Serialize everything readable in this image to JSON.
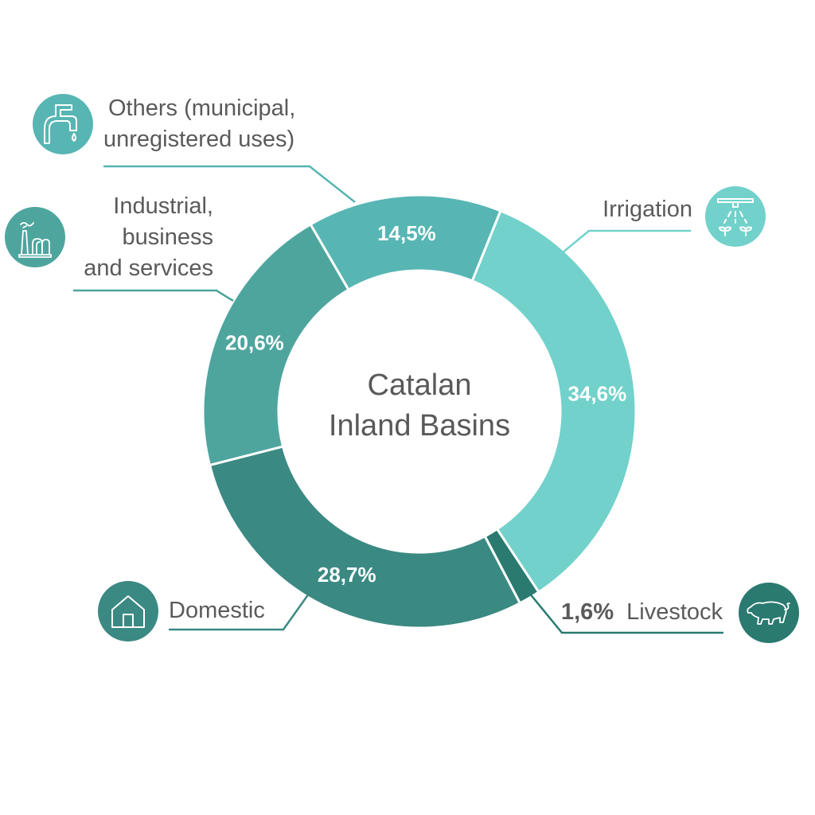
{
  "chart_data": {
    "type": "pie",
    "variant": "donut",
    "title": "Catalan Inland Basins",
    "title_lines": [
      "Catalan",
      "Inland Basins"
    ],
    "start_angle_deg": 22,
    "direction": "clockwise",
    "slices": [
      {
        "key": "irrigation",
        "label": "Irrigation",
        "label_lines": [
          "Irrigation"
        ],
        "value": 34.6,
        "value_label": "34,6%",
        "color": "#72d1cb",
        "icon": "sprinkler-plants-icon"
      },
      {
        "key": "livestock",
        "label": "Livestock",
        "label_lines": [
          "Livestock"
        ],
        "value": 1.6,
        "value_label": "1,6%",
        "color": "#2a7a70",
        "icon": "pig-icon"
      },
      {
        "key": "domestic",
        "label": "Domestic",
        "label_lines": [
          "Domestic"
        ],
        "value": 28.7,
        "value_label": "28,7%",
        "color": "#3b8983",
        "icon": "house-icon"
      },
      {
        "key": "industrial",
        "label": "Industrial, business and services",
        "label_lines": [
          "Industrial,",
          "business",
          "and services"
        ],
        "value": 20.6,
        "value_label": "20,6%",
        "color": "#4ea59e",
        "icon": "factory-icon"
      },
      {
        "key": "others",
        "label": "Others (municipal, unregistered uses)",
        "label_lines": [
          "Others (municipal,",
          "unregistered uses)"
        ],
        "value": 14.5,
        "value_label": "14,5%",
        "color": "#57b6b3",
        "icon": "faucet-icon"
      }
    ],
    "legend": "callouts"
  }
}
